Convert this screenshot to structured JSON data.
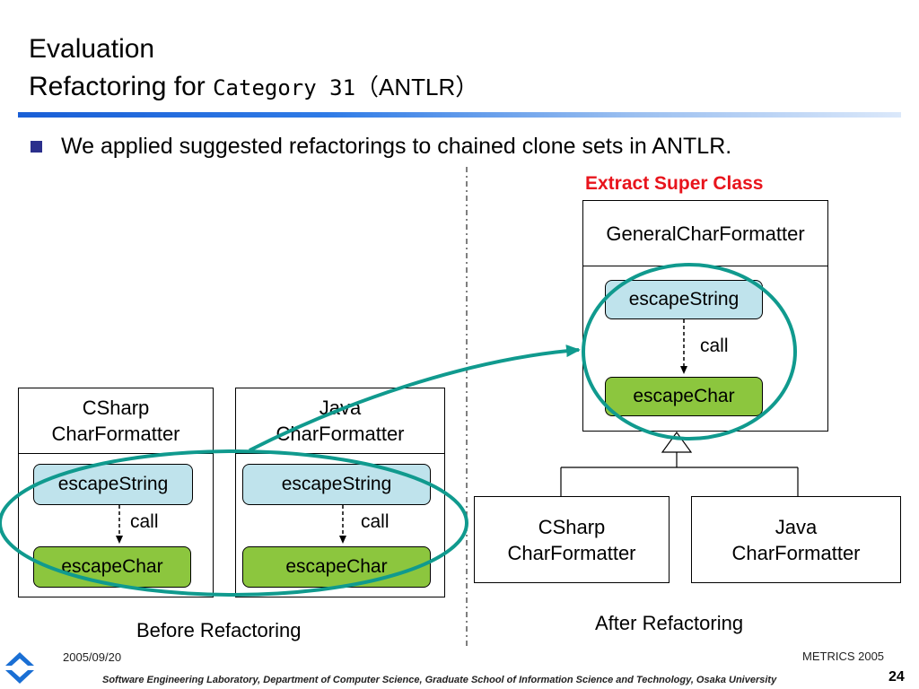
{
  "header": {
    "title_line1": "Evaluation",
    "title_line2_prefix": "Refactoring for ",
    "title_line2_mono": "Category 31",
    "title_line2_suffix": "（ANTLR）"
  },
  "bullet": {
    "text": "We applied suggested refactorings to chained clone sets in ANTLR."
  },
  "before": {
    "csharp": {
      "name_line1": "CSharp",
      "name_line2": "CharFormatter",
      "method_top": "escapeString",
      "method_bottom": "escapeChar",
      "call": "call"
    },
    "java": {
      "name_line1": "Java",
      "name_line2": "CharFormatter",
      "method_top": "escapeString",
      "method_bottom": "escapeChar",
      "call": "call"
    },
    "caption": "Before Refactoring"
  },
  "after": {
    "label": "Extract Super Class",
    "general": {
      "name": "GeneralCharFormatter",
      "method_top": "escapeString",
      "method_bottom": "escapeChar",
      "call": "call"
    },
    "csharp": {
      "name_line1": "CSharp",
      "name_line2": "CharFormatter"
    },
    "java": {
      "name_line1": "Java",
      "name_line2": "CharFormatter"
    },
    "caption": "After Refactoring"
  },
  "footer": {
    "date": "2005/09/20",
    "conference": "METRICS 2005",
    "lab": "Software Engineering Laboratory,  Department of Computer Science,  Graduate School of Information Science and Technology,  Osaka University",
    "page": "24",
    "logo_icon": "osaka-university-logo-icon"
  },
  "colors": {
    "highlight": "#109a8e",
    "method_blue": "#bfe3ec",
    "method_green": "#8cc63e",
    "label_red": "#e8141c",
    "bullet": "#2b2f8c"
  }
}
